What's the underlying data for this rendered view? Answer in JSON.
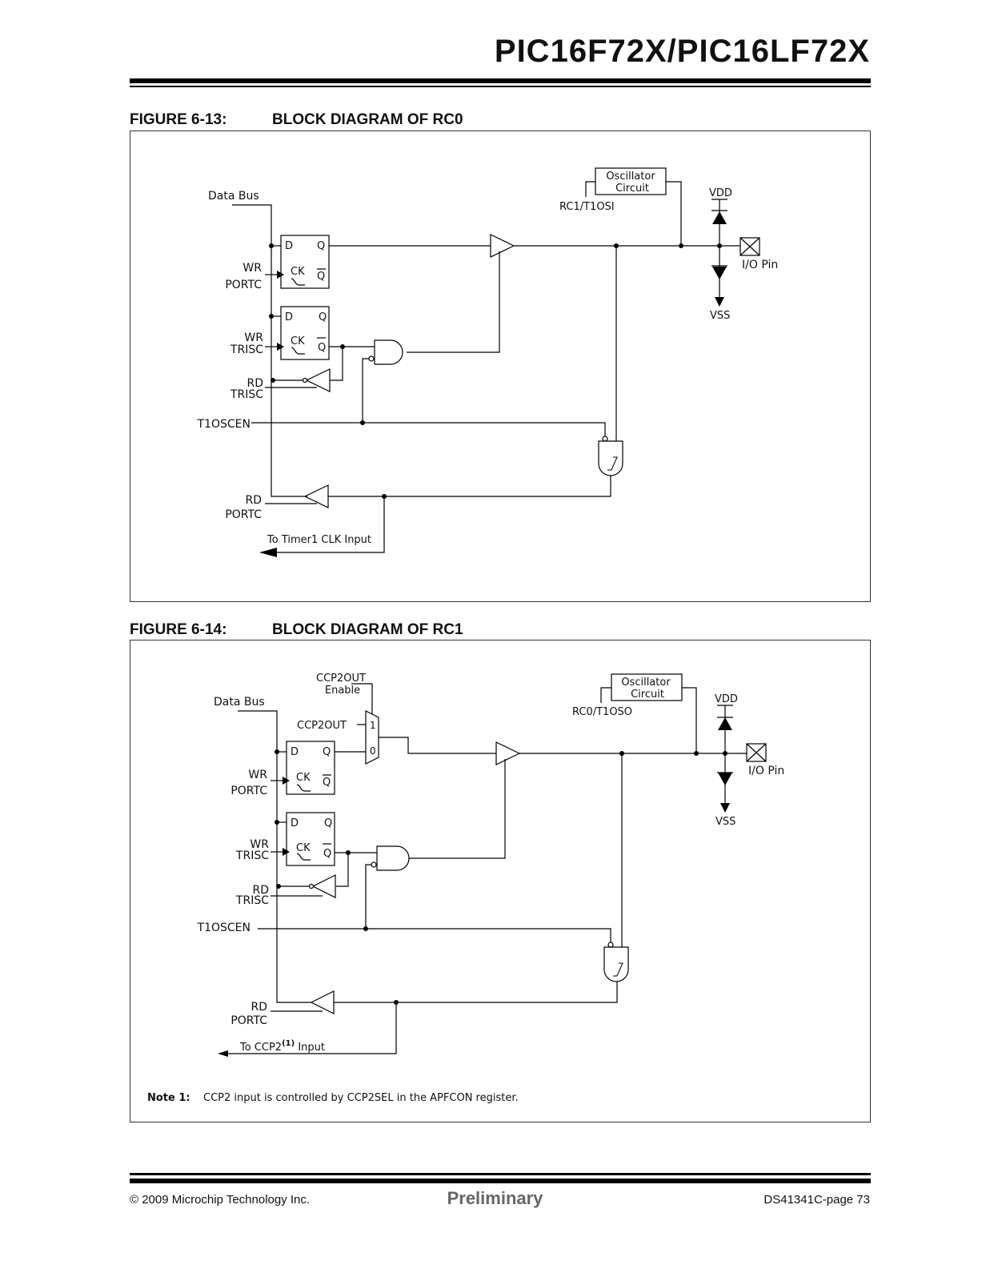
{
  "header": {
    "title": "PIC16F72X/PIC16LF72X"
  },
  "figure1": {
    "number": "FIGURE 6-13:",
    "title": "BLOCK DIAGRAM OF RC0",
    "labels": {
      "data_bus": "Data Bus",
      "osc_line1": "Oscillator",
      "osc_line2": "Circuit",
      "osc_pin": "RC1/T1OSI",
      "vdd": "VDD",
      "vss": "VSS",
      "io_pin": "I/O Pin",
      "wr": "WR",
      "portc_wr": "PORTC",
      "wr_trisc": "WR",
      "trisc_wr": "TRISC",
      "rd_trisc": "RD",
      "trisc_rd": "TRISC",
      "t1oscen": "T1OSCEN",
      "rd_portc": "RD",
      "portc_rd": "PORTC",
      "timer_out": "To Timer1 CLK Input",
      "d1": "D",
      "q1": "Q",
      "ck1": "CK",
      "qb1": "Q",
      "d2": "D",
      "q2": "Q",
      "ck2": "CK",
      "qb2": "Q"
    }
  },
  "figure2": {
    "number": "FIGURE 6-14:",
    "title": "BLOCK DIAGRAM OF RC1",
    "labels": {
      "data_bus": "Data Bus",
      "ccp2out_en1": "CCP2OUT",
      "ccp2out_en2": "Enable",
      "ccp2out": "CCP2OUT",
      "mux1": "1",
      "mux0": "0",
      "osc_line1": "Oscillator",
      "osc_line2": "Circuit",
      "osc_pin": "RC0/T1OSO",
      "vdd": "VDD",
      "vss": "VSS",
      "io_pin": "I/O Pin",
      "wr": "WR",
      "portc_wr": "PORTC",
      "wr_trisc": "WR",
      "trisc_wr": "TRISC",
      "rd_trisc": "RD",
      "trisc_rd": "TRISC",
      "t1oscen": "T1OSCEN",
      "rd_portc": "RD",
      "portc_rd": "PORTC",
      "ccp_out_a": "To CCP2",
      "ccp_out_sup": "(1)",
      "ccp_out_b": " Input",
      "d1": "D",
      "q1": "Q",
      "ck1": "CK",
      "qb1": "Q",
      "d2": "D",
      "q2": "Q",
      "ck2": "CK",
      "qb2": "Q"
    },
    "note_label": "Note 1:",
    "note_text": "CCP2 input is controlled by CCP2SEL in the APFCON register."
  },
  "footer": {
    "copyright": "© 2009 Microchip Technology Inc.",
    "status": "Preliminary",
    "page": "DS41341C-page 73"
  }
}
